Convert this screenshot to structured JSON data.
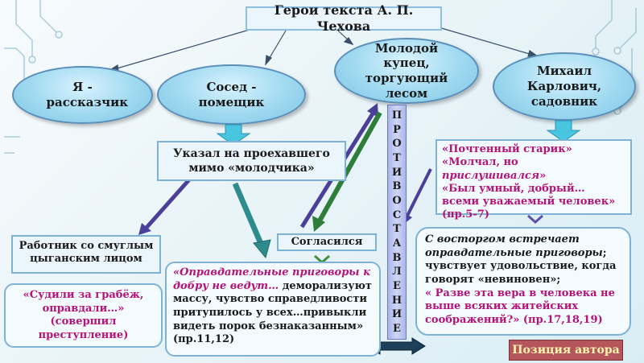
{
  "title": "Герои текста А. П. Чехова",
  "ovals": {
    "narrator": "Я - рассказчик",
    "neighbor": "Сосед - помещик",
    "merchant": "Молодой купец, торгующий лесом",
    "gardener": "Михаил Карлович, садовник"
  },
  "pointed": "Указал на проехавшего мимо «молодчика»",
  "agreed": "Согласился",
  "worker": "Работник со смуглым цыганским лицом",
  "judged": "«Судили за грабёж, оправдали…» (совершил преступление)",
  "verdict": {
    "italic": "«Оправдательные приговоры к добру не ведут…",
    "rest": "деморализуют массу, чувство справедливости притупилось у всех…привыкли видеть порок безнаказанным» (пр.11,12)"
  },
  "gardener_quotes": {
    "q1": "«Почтенный старик»",
    "q2_a": "«Молчал, но ",
    "q2_b": "прислушивался",
    "q2_c": "»",
    "q3": "«Был умный, добрый… всеми уважаемый человек» (пр.5-7)"
  },
  "delight": {
    "line1": "С восторгом встречает оправдательные приговоры",
    "line2": "; чувствует удовольствие, когда говорят «невиновен»;",
    "line3": "« Разве эта вера в человека не выше всяких житейских соображений?» (пр.17,18,19)"
  },
  "opposition_letters": [
    "П",
    "Р",
    "О",
    "Т",
    "И",
    "В",
    "О",
    "С",
    "Т",
    "А",
    "В",
    "Л",
    "Е",
    "Н",
    "И",
    "Е"
  ],
  "author_position": "Позиция автора",
  "colors": {
    "pink_text": "#b5127a",
    "oval_fill": "#9fd9f0",
    "box_border": "#7fb3d6",
    "author_bg": "#b5565c",
    "author_text": "#fff7b0"
  }
}
